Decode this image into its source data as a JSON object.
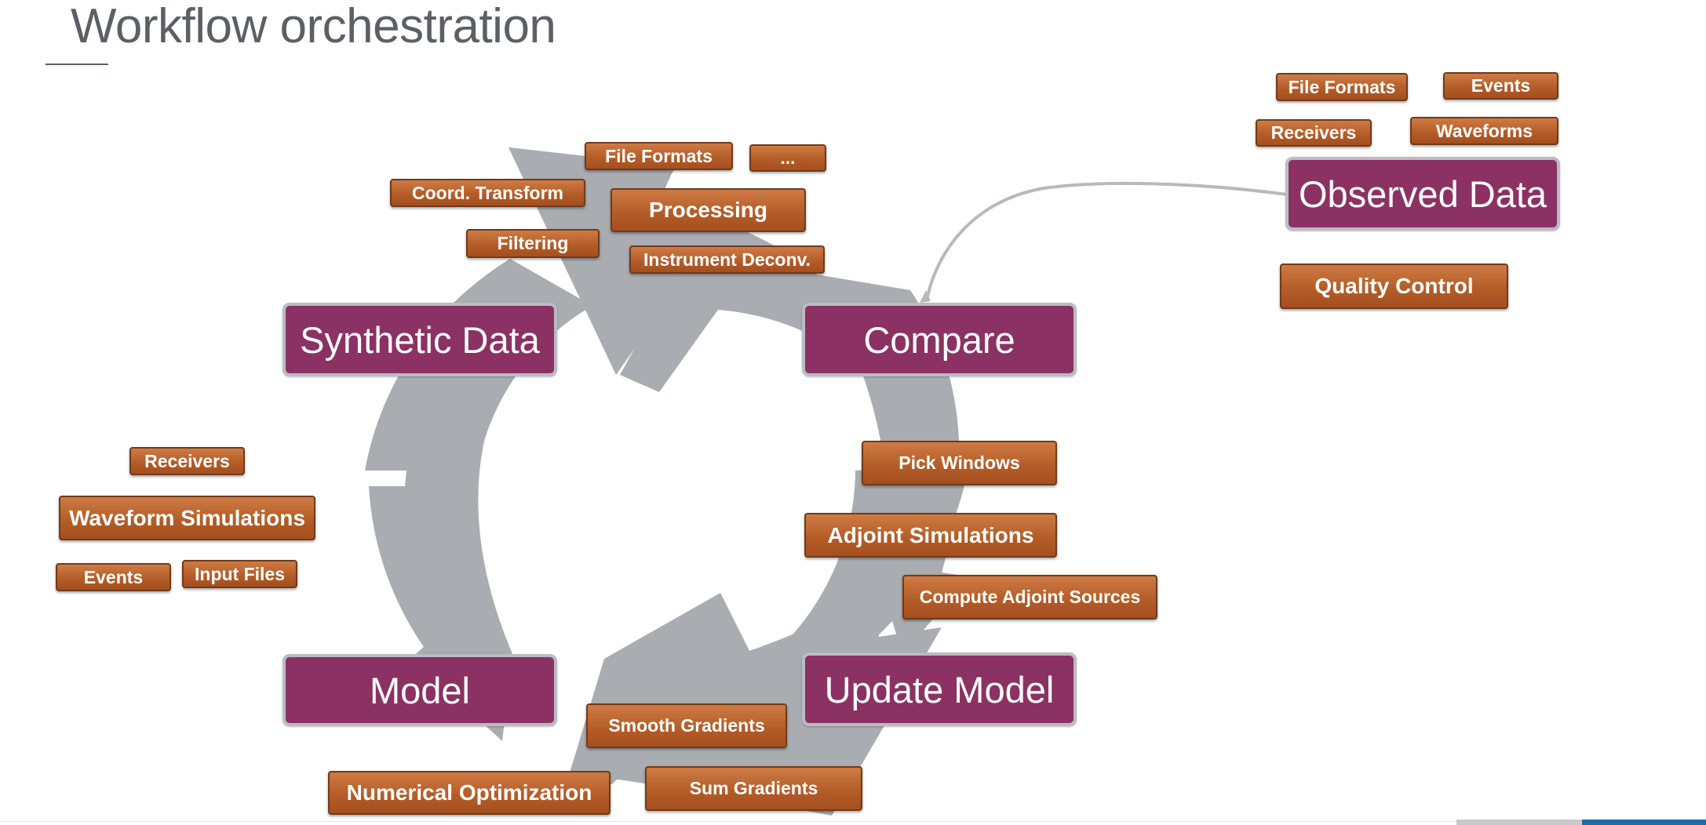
{
  "slide": {
    "title": "Workflow orchestration"
  },
  "colors": {
    "stage_fill": "#8c3163",
    "stage_border": "#b9bcc2",
    "task_fill": "#b45d28",
    "cycle_arrow": "#a9acb1",
    "connector": "#b7b9be",
    "accent_bar": "#1f6da6"
  },
  "stages": {
    "observed_data": "Observed Data",
    "synthetic_data": "Synthetic Data",
    "compare": "Compare",
    "model": "Model",
    "update_model": "Update Model"
  },
  "tasks": {
    "observed": {
      "file_formats": "File Formats",
      "events": "Events",
      "receivers": "Receivers",
      "waveforms": "Waveforms",
      "quality_control": "Quality Control"
    },
    "processing": {
      "file_formats": "File Formats",
      "more": "...",
      "coord_transform": "Coord. Transform",
      "processing": "Processing",
      "filtering": "Filtering",
      "instrument_deconv": "Instrument Deconv."
    },
    "simulation": {
      "receivers": "Receivers",
      "waveform_simulations": "Waveform Simulations",
      "events": "Events",
      "input_files": "Input Files"
    },
    "compare": {
      "pick_windows": "Pick Windows",
      "adjoint_simulations": "Adjoint Simulations",
      "compute_adjoint_sources": "Compute Adjoint Sources"
    },
    "update": {
      "smooth_gradients": "Smooth Gradients",
      "numerical_optimization": "Numerical Optimization",
      "sum_gradients": "Sum Gradients"
    }
  }
}
